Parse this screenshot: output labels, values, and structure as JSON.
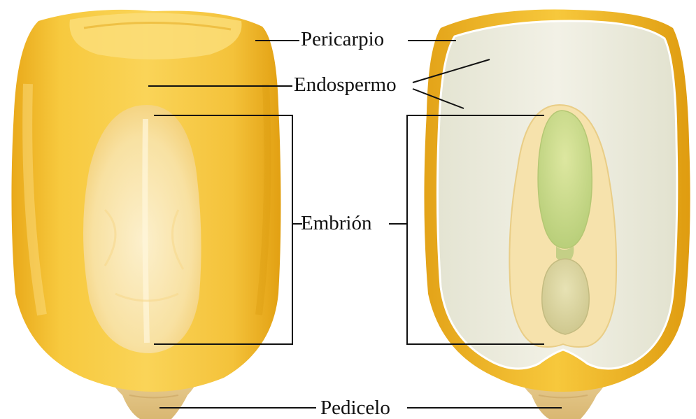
{
  "diagram": {
    "labels": {
      "pericarpio": "Pericarpio",
      "endospermo": "Endospermo",
      "embrion": "Embrión",
      "pedicelo": "Pedicelo"
    },
    "colors": {
      "pericarp": "#F2BE2E",
      "pericarp_light": "#FBDF7C",
      "endosperm_section": "#EEEDE0",
      "embryo_pale": "#F8E6B4",
      "scutellum": "#F3DFA8",
      "plumule_green": "#C9DB8A",
      "pedicel": "#E6C98C",
      "leader_line": "#111111"
    }
  }
}
